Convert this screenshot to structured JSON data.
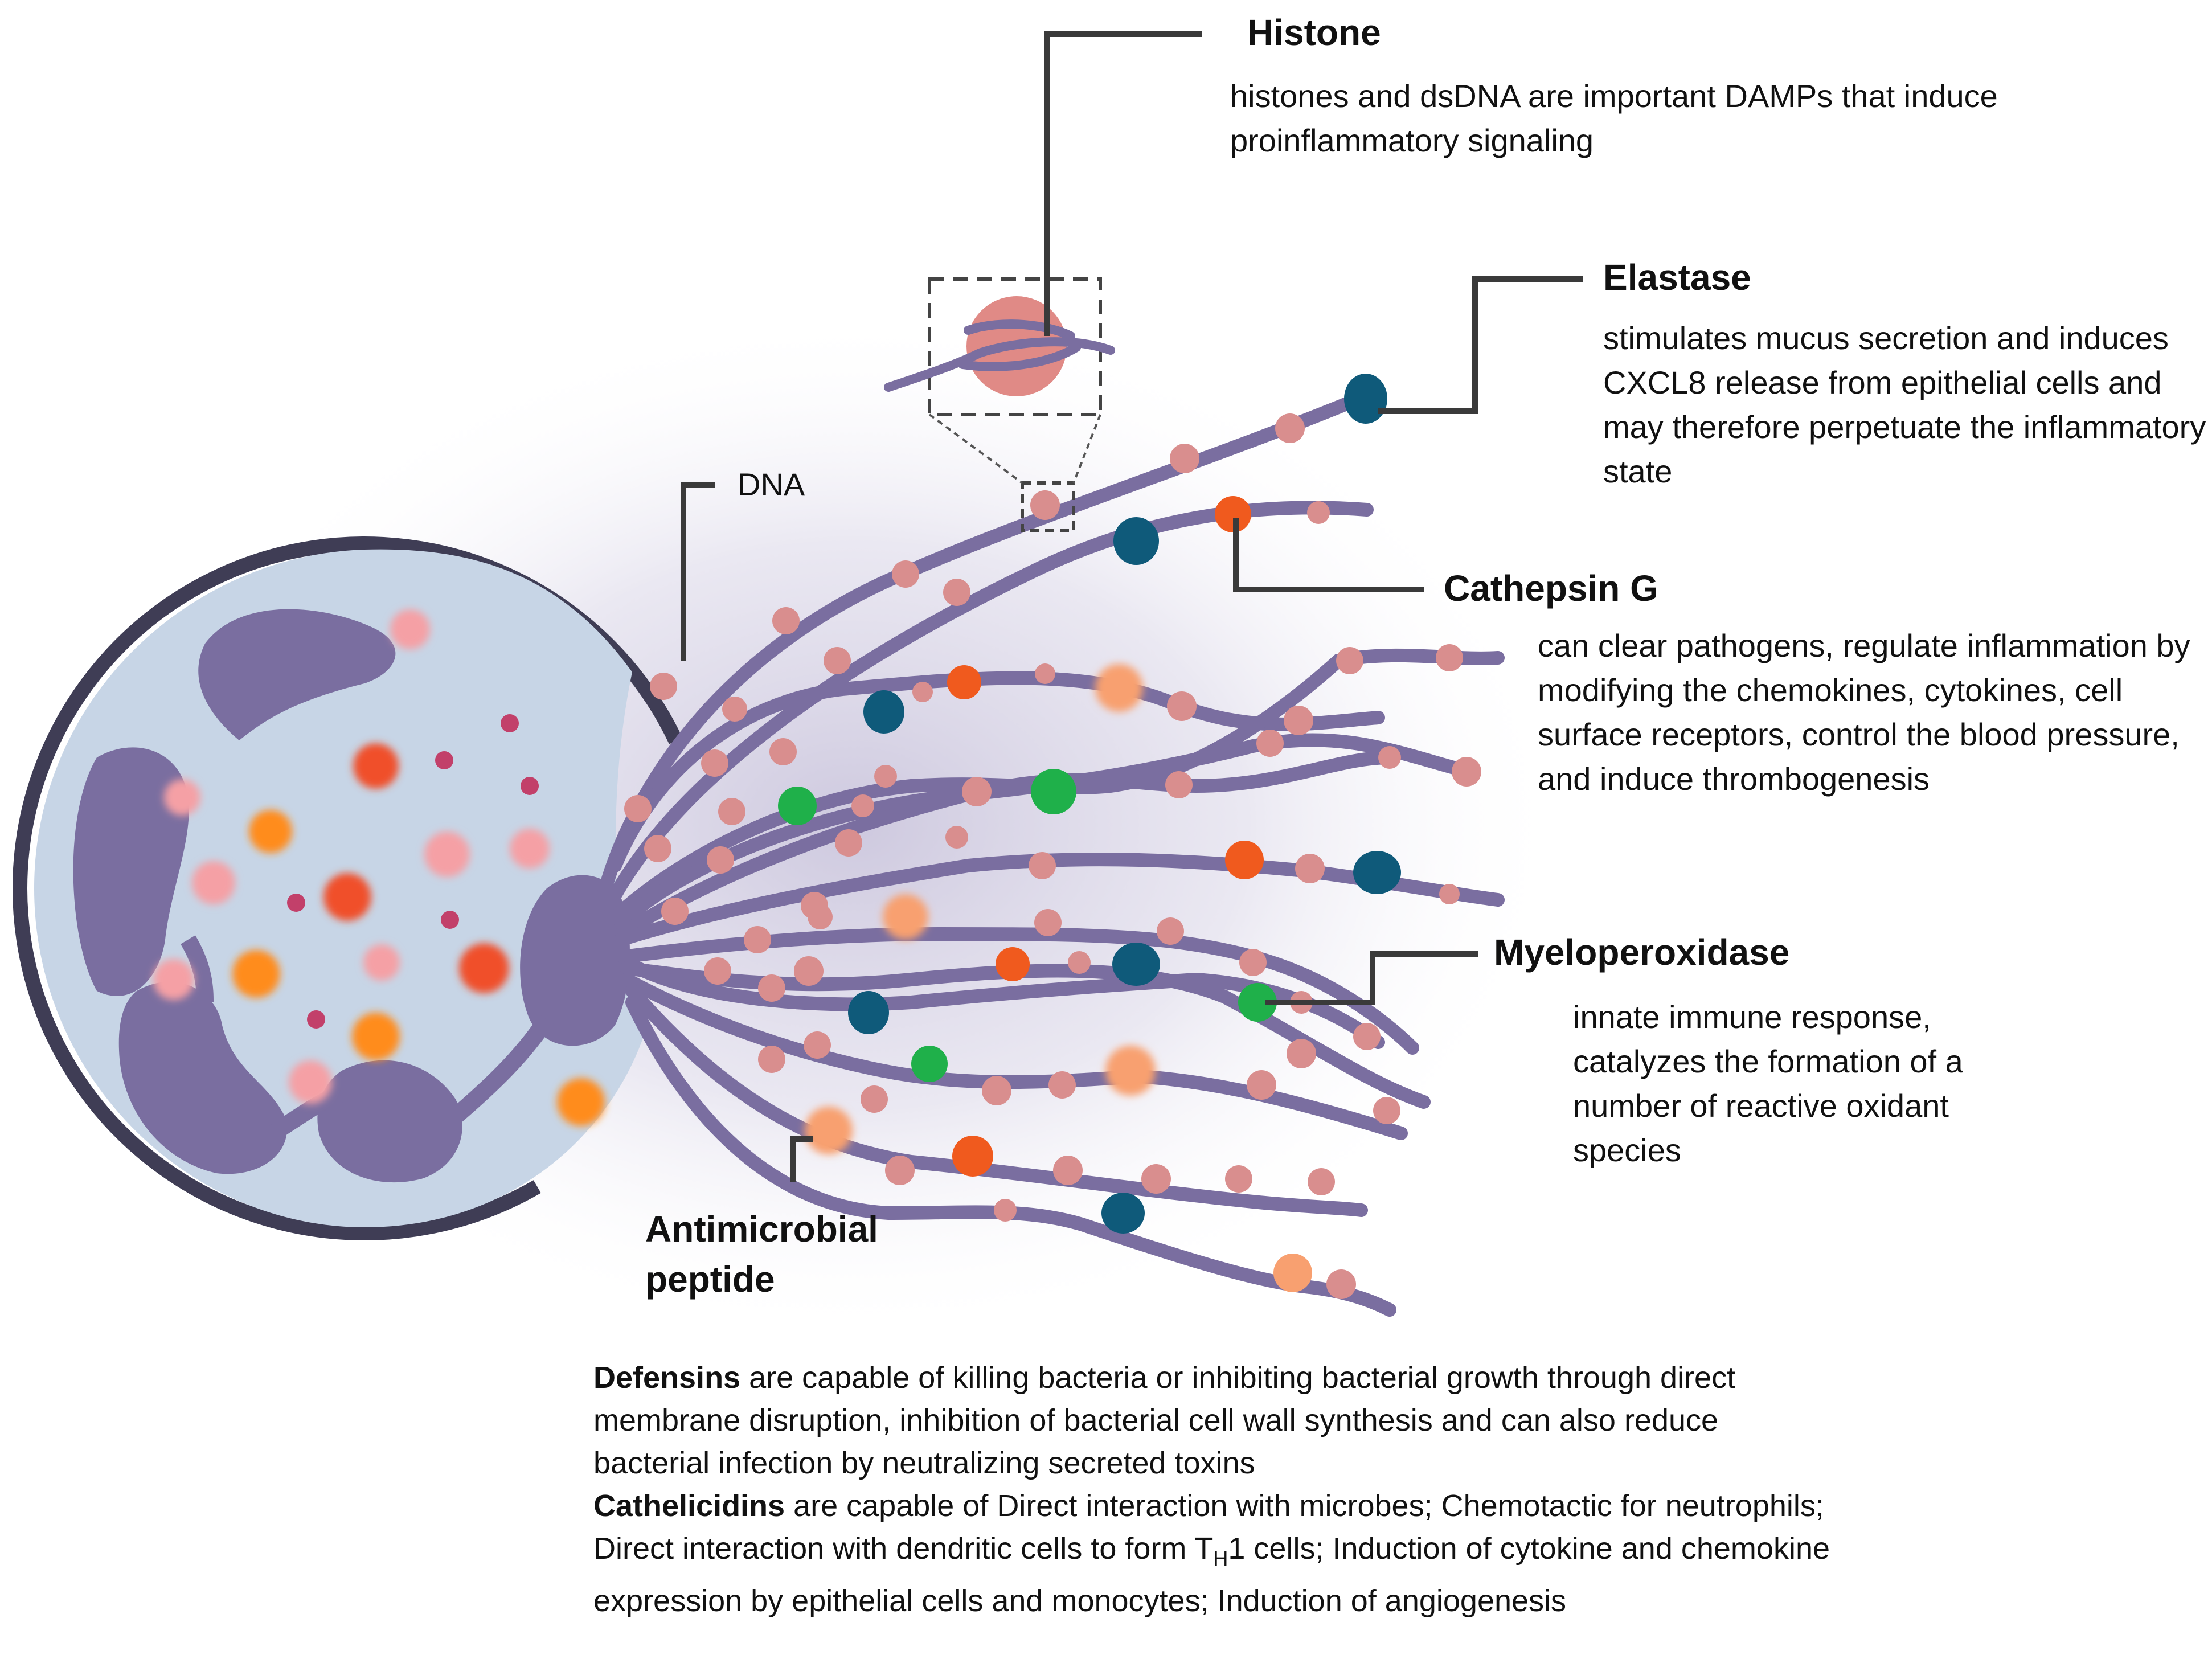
{
  "labels": {
    "histone_title": "Histone",
    "histone_desc": "histones and dsDNA are important DAMPs that induce proinflammatory signaling",
    "elastase_title": "Elastase",
    "elastase_desc": "stimulates mucus secretion and induces CXCL8 release from epithelial cells and may therefore perpetuate the inflammatory state",
    "cathepsin_title": "Cathepsin G",
    "cathepsin_desc": "can clear pathogens, regulate inflammation by modifying the chemokines, cytokines, cell surface receptors, control the blood pressure, and induce thrombogenesis",
    "dna_label": "DNA",
    "mpo_title": "Myeloperoxidase",
    "mpo_desc": "innate immune response, catalyzes the formation of a number of reactive oxidant species",
    "amp_title_1": "Antimicrobial",
    "amp_title_2": "peptide"
  },
  "bottom_text": {
    "defensins_term": "Defensins",
    "defensins_desc": " are capable of killing bacteria or inhibiting bacterial growth through direct membrane disruption, inhibition of bacterial cell wall synthesis and can also reduce bacterial infection by neutralizing secreted toxins",
    "cathelicidins_term": "Cathelicidins",
    "cathelicidins_desc_1": " are capable of Direct interaction with microbes; Chemotactic for neutrophils; Direct interaction with dendritic cells to form T",
    "subscript_h": "H",
    "cathelicidins_desc_2": "1 cells; Induction of cytokine and chemokine expression by epithelial cells and monocytes; Induction of angiogenesis"
  },
  "colors": {
    "strand": "#7a6ea0",
    "nucleus": "#7a6ea0",
    "cell_fill": "#c7d5e6",
    "cell_rim": "#3f3d55",
    "histone_bead": "#d99090",
    "elastase": "#0f5a7a",
    "cathepsin": "#f05a1e",
    "myeloperoxidase": "#1fb04a",
    "antimicrobial": "#f8a070",
    "leader_line": "#3a3a3a"
  }
}
